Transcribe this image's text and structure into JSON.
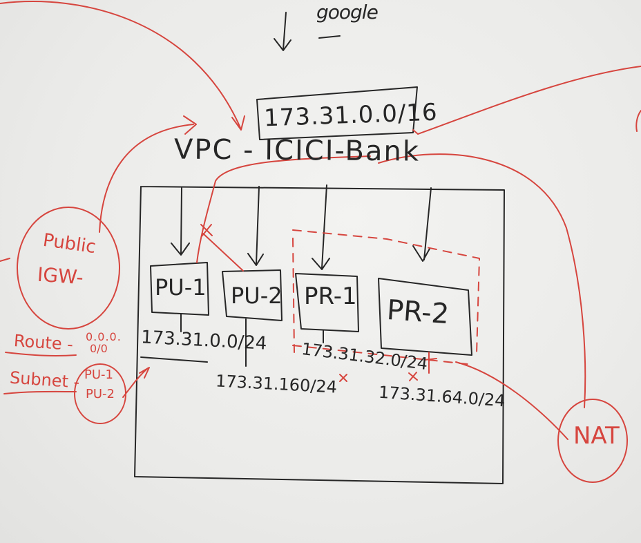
{
  "colors": {
    "board": "#ededeb",
    "black_ink": "#262626",
    "red_ink": "#d6453e"
  },
  "top_label": "google",
  "vpc": {
    "cidr": "173.31.0.0/16",
    "name": "VPC - ICICI-Bank"
  },
  "subnets": [
    {
      "name": "PU-1",
      "cidr": "173.31.0.0/24"
    },
    {
      "name": "PU-2",
      "cidr": "173.31.160/24"
    },
    {
      "name": "PR-1",
      "cidr": "173.31.32.0/24"
    },
    {
      "name": "PR-2",
      "cidr": "173.31.64.0/24"
    }
  ],
  "internet_gateway": {
    "line1": "Public",
    "line2": "IGW-"
  },
  "route_table": {
    "route_label": "Route -",
    "route_value_1": "0.0.0.",
    "route_value_2": "0/0",
    "subnet_label": "Subnet -",
    "subnet_1": "PU-1",
    "subnet_2": "PU-2"
  },
  "nat": "NAT"
}
